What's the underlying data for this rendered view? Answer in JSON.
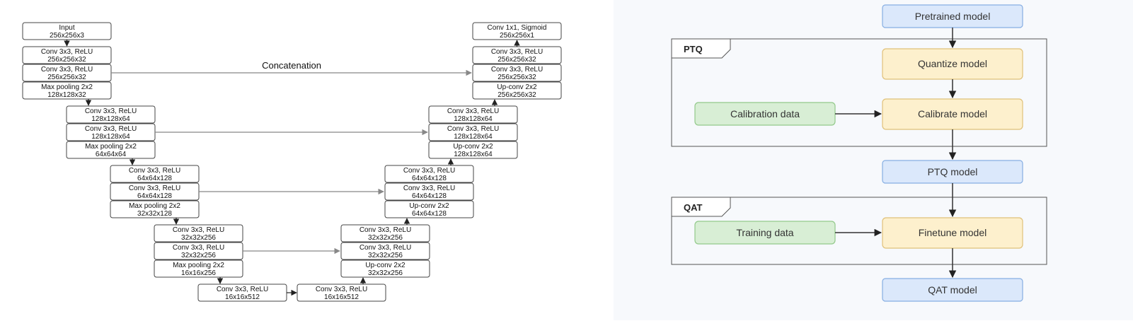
{
  "unet": {
    "concat_label": "Concatenation",
    "enc1": [
      {
        "l1": "Input",
        "l2": "256x256x3"
      },
      {
        "l1": "Conv 3x3, ReLU",
        "l2": "256x256x32"
      },
      {
        "l1": "Conv 3x3, ReLU",
        "l2": "256x256x32"
      },
      {
        "l1": "Max pooling 2x2",
        "l2": "128x128x32"
      }
    ],
    "enc2": [
      {
        "l1": "Conv 3x3, ReLU",
        "l2": "128x128x64"
      },
      {
        "l1": "Conv 3x3, ReLU",
        "l2": "128x128x64"
      },
      {
        "l1": "Max pooling 2x2",
        "l2": "64x64x64"
      }
    ],
    "enc3": [
      {
        "l1": "Conv 3x3, ReLU",
        "l2": "64x64x128"
      },
      {
        "l1": "Conv 3x3, ReLU",
        "l2": "64x64x128"
      },
      {
        "l1": "Max pooling 2x2",
        "l2": "32x32x128"
      }
    ],
    "enc4": [
      {
        "l1": "Conv 3x3, ReLU",
        "l2": "32x32x256"
      },
      {
        "l1": "Conv 3x3, ReLU",
        "l2": "32x32x256"
      },
      {
        "l1": "Max pooling 2x2",
        "l2": "16x16x256"
      }
    ],
    "bottleneck": [
      {
        "l1": "Conv 3x3, ReLU",
        "l2": "16x16x512"
      },
      {
        "l1": "Conv 3x3, ReLU",
        "l2": "16x16x512"
      }
    ],
    "dec4": [
      {
        "l1": "Conv 3x3, ReLU",
        "l2": "32x32x256"
      },
      {
        "l1": "Conv 3x3, ReLU",
        "l2": "32x32x256"
      },
      {
        "l1": "Up-conv 2x2",
        "l2": "32x32x256"
      }
    ],
    "dec3": [
      {
        "l1": "Conv 3x3, ReLU",
        "l2": "64x64x128"
      },
      {
        "l1": "Conv 3x3, ReLU",
        "l2": "64x64x128"
      },
      {
        "l1": "Up-conv 2x2",
        "l2": "64x64x128"
      }
    ],
    "dec2": [
      {
        "l1": "Conv 3x3, ReLU",
        "l2": "128x128x64"
      },
      {
        "l1": "Conv 3x3, ReLU",
        "l2": "128x128x64"
      },
      {
        "l1": "Up-conv 2x2",
        "l2": "128x128x64"
      }
    ],
    "dec1": [
      {
        "l1": "Conv 1x1, Sigmoid",
        "l2": "256x256x1"
      },
      {
        "l1": "Conv 3x3, ReLU",
        "l2": "256x256x32"
      },
      {
        "l1": "Conv 3x3, ReLU",
        "l2": "256x256x32"
      },
      {
        "l1": "Up-conv 2x2",
        "l2": "256x256x32"
      }
    ]
  },
  "flow": {
    "pretrained": "Pretrained model",
    "ptq_group": "PTQ",
    "quantize": "Quantize model",
    "calibration_data": "Calibration data",
    "calibrate": "Calibrate model",
    "ptq_model": "PTQ model",
    "qat_group": "QAT",
    "training_data": "Training data",
    "finetune": "Finetune model",
    "qat_model": "QAT model",
    "colors": {
      "panel_bg": "#f7f9fc",
      "blue_fill": "#dbe8fb",
      "blue_stroke": "#86aee2",
      "yellow_fill": "#fdf0cd",
      "yellow_stroke": "#e0c17a",
      "green_fill": "#d8eed5",
      "green_stroke": "#93c98b",
      "line": "#333333"
    }
  }
}
